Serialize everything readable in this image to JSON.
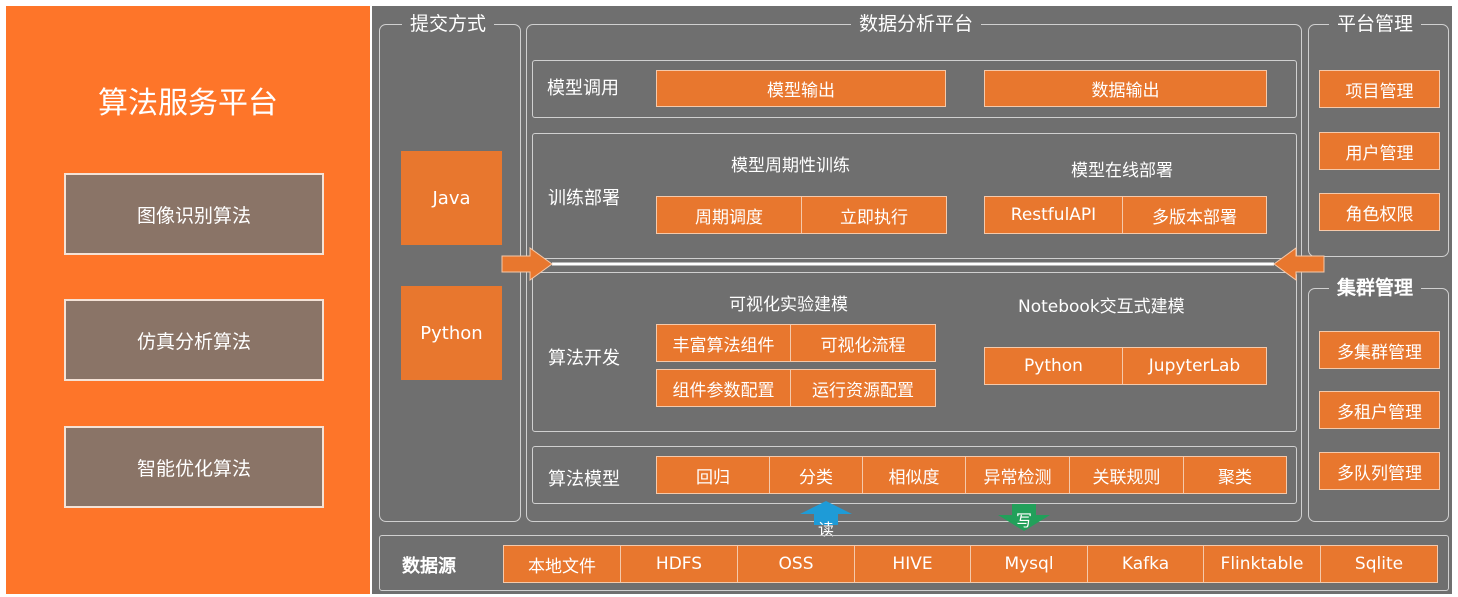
{
  "platform": {
    "title": "算法服务平台",
    "algorithms": [
      "图像识别算法",
      "仿真分析算法",
      "智能优化算法"
    ]
  },
  "submit": {
    "title": "提交方式",
    "methods": [
      "Java",
      "Python"
    ]
  },
  "analysis": {
    "title": "数据分析平台",
    "model_call": {
      "label": "模型调用",
      "buttons": [
        "模型输出",
        "数据输出"
      ]
    },
    "training": {
      "label": "训练部署",
      "periodic": {
        "title": "模型周期性训练",
        "buttons": [
          "周期调度",
          "立即执行"
        ]
      },
      "online": {
        "title": "模型在线部署",
        "buttons": [
          "RestfulAPI",
          "多版本部署"
        ]
      }
    },
    "dev": {
      "label": "算法开发",
      "visual": {
        "title": "可视化实验建模",
        "buttons": [
          "丰富算法组件",
          "可视化流程",
          "组件参数配置",
          "运行资源配置"
        ]
      },
      "notebook": {
        "title": "Notebook交互式建模",
        "buttons": [
          "Python",
          "JupyterLab"
        ]
      }
    },
    "models": {
      "label": "算法模型",
      "buttons": [
        "回归",
        "分类",
        "相似度",
        "异常检测",
        "关联规则",
        "聚类"
      ]
    },
    "read_label": "读",
    "write_label": "写"
  },
  "platform_mgmt": {
    "title": "平台管理",
    "items": [
      "项目管理",
      "用户管理",
      "角色权限"
    ]
  },
  "cluster_mgmt": {
    "title": "集群管理",
    "items": [
      "多集群管理",
      "多租户管理",
      "多队列管理"
    ]
  },
  "datasource": {
    "label": "数据源",
    "items": [
      "本地文件",
      "HDFS",
      "OSS",
      "HIVE",
      "Mysql",
      "Kafka",
      "Flinktable",
      "Sqlite"
    ]
  },
  "colors": {
    "orange": "#fe7529",
    "button": "#e8772e",
    "panel": "#6f6f6f",
    "algo_box": "#8a7467",
    "read_arrow": "#1e9bd7",
    "write_arrow": "#22a05a"
  }
}
